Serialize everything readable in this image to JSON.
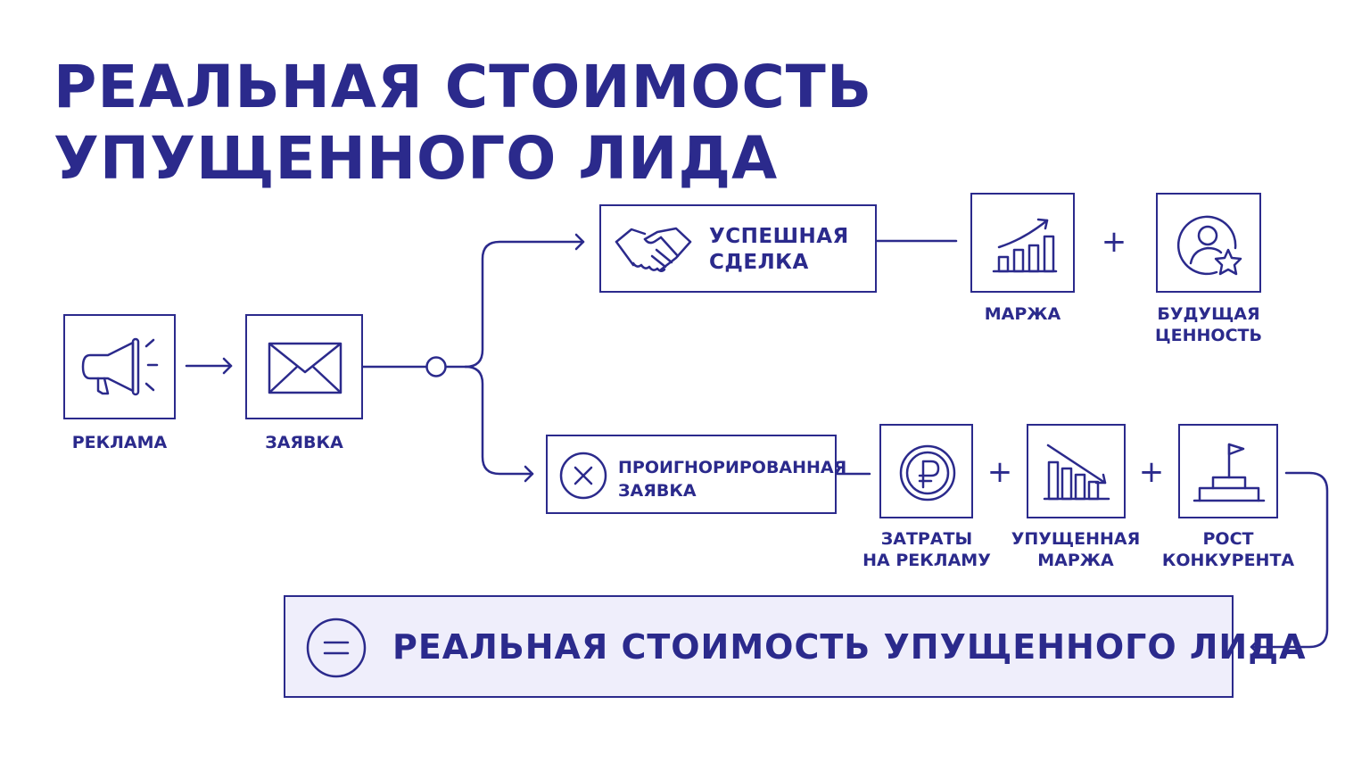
{
  "title": {
    "line1": "РЕАЛЬНАЯ СТОИМОСТЬ",
    "line2": "УПУЩЕННОГО ЛИДА"
  },
  "nodes": {
    "ad": {
      "label": "РЕКЛАМА",
      "icon": "megaphone-icon"
    },
    "request": {
      "label": "ЗАЯВКА",
      "icon": "envelope-icon"
    },
    "deal": {
      "line1": "УСПЕШНАЯ",
      "line2": "СДЕЛКА",
      "icon": "handshake-icon"
    },
    "margin": {
      "label": "МАРЖА",
      "icon": "growth-chart-icon"
    },
    "future_value": {
      "line1": "БУДУЩАЯ",
      "line2": "ЦЕННОСТЬ",
      "icon": "user-star-icon"
    },
    "ignored": {
      "line1": "ПРОИГНОРИРОВАННАЯ",
      "line2": "ЗАЯВКА",
      "icon": "cross-circle-icon"
    },
    "ad_costs": {
      "line1": "ЗАТРАТЫ",
      "line2": "НА РЕКЛАМУ",
      "icon": "ruble-coin-icon"
    },
    "lost_margin": {
      "line1": "УПУЩЕННАЯ",
      "line2": "МАРЖА",
      "icon": "decline-chart-icon"
    },
    "competitor": {
      "line1": "РОСТ",
      "line2": "КОНКУРЕНТА",
      "icon": "podium-flag-icon"
    }
  },
  "operators": {
    "plus": "+",
    "equals": "="
  },
  "result": {
    "text": "РЕАЛЬНАЯ СТОИМОСТЬ УПУЩЕННОГО ЛИДА",
    "icon": "equals-circle-icon"
  },
  "colors": {
    "primary": "#2b2a8c",
    "result_bg": "#efeefb",
    "background": "#ffffff"
  }
}
